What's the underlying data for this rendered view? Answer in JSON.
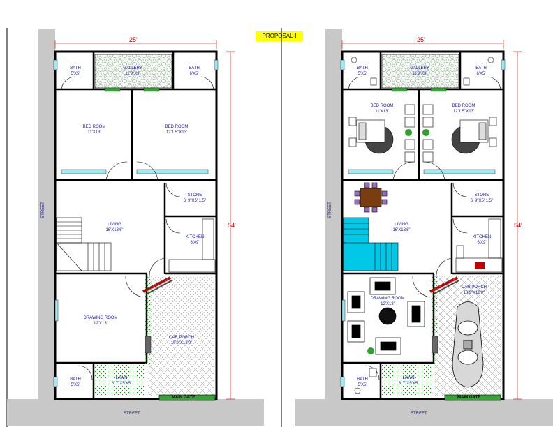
{
  "title": "PROPOSAL-I",
  "colors": {
    "wall": "#000000",
    "street": "#c8c8c8",
    "dimension": "#c00000",
    "label": "#1a1a8c",
    "lawn_dots": "#00a000",
    "gallery_fill": "#e8f4e8",
    "stair_fill": "#00c8e6",
    "title_bg": "#ffff00",
    "gate": "#3aa13a"
  },
  "plans": [
    {
      "variant": "unfurnished",
      "width_dim": "25'",
      "depth_dim": "54'",
      "street_side": "STREET",
      "street_front": "STREET",
      "main_gate": "MAIN GATE",
      "rooms": {
        "bath_left": {
          "name": "BATH",
          "size": "5'X5'"
        },
        "gallery": {
          "name": "GALLERY",
          "size": "11'9\"X3'"
        },
        "bath_right": {
          "name": "BATH",
          "size": "6'X5'"
        },
        "bed_left": {
          "name": "BED ROOM",
          "size": "11'X13'"
        },
        "bed_right": {
          "name": "BED ROOM",
          "size": "12'1.5\"X13'"
        },
        "store": {
          "name": "STORE",
          "size": "6' 9\"X5' 1.5\""
        },
        "living": {
          "name": "LIVING",
          "size": "16'X13'6\""
        },
        "kitchen": {
          "name": "KITCHEN",
          "size": "6'X9'"
        },
        "drawing": {
          "name": "DRAWING ROOM",
          "size": "12'X13'"
        },
        "car_porch": {
          "name": "CAR PORCH",
          "size": "10'9\"X18'9\""
        },
        "bath_bottom": {
          "name": "BATH",
          "size": "5'X5'"
        },
        "lawn": {
          "name": "LAWN",
          "size": "8' 7\"X5'X5'"
        }
      }
    },
    {
      "variant": "furnished",
      "width_dim": "25'",
      "depth_dim": "54'",
      "street_side": "STREET",
      "street_front": "STREET",
      "main_gate": "MAIN GATE",
      "rooms": {
        "bath_left": {
          "name": "BATH",
          "size": "5'X5'"
        },
        "gallery": {
          "name": "GALLERY",
          "size": "11'9\"X3'"
        },
        "bath_right": {
          "name": "BATH",
          "size": "6'X5'"
        },
        "bed_left": {
          "name": "BED ROOM",
          "size": "11'X13'"
        },
        "bed_right": {
          "name": "BED ROOM",
          "size": "12'1.5\"X13'"
        },
        "store": {
          "name": "STORE",
          "size": "6' 9\"X5' 1.5\""
        },
        "living": {
          "name": "LIVING",
          "size": "16'X13'6\""
        },
        "kitchen": {
          "name": "KITCHEN",
          "size": "6'X9'"
        },
        "drawing": {
          "name": "DRAWING ROOM",
          "size": "12'X13'"
        },
        "car_porch": {
          "name": "CAR PORCH",
          "size": "10'9\"X18'9\""
        },
        "bath_bottom": {
          "name": "BATH",
          "size": "5'X5'"
        },
        "lawn": {
          "name": "LAWN",
          "size": "8' 7\"X5'X5'"
        }
      }
    }
  ]
}
